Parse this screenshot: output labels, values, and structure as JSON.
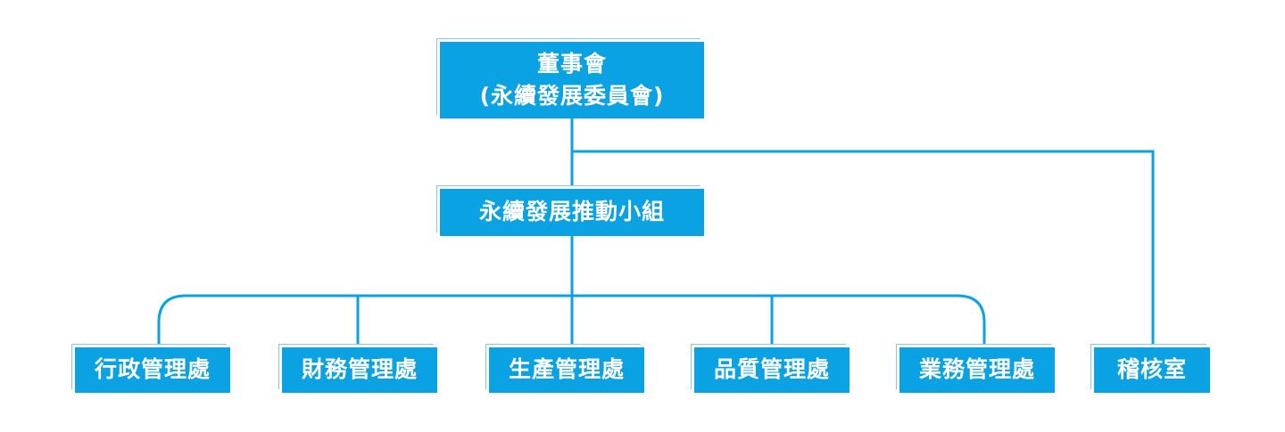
{
  "board": {
    "line1": "董事會",
    "line2": "(永續發展委員會)"
  },
  "task_force": {
    "label": "永續發展推動小組"
  },
  "departments": [
    {
      "label": "行政管理處"
    },
    {
      "label": "財務管理處"
    },
    {
      "label": "生產管理處"
    },
    {
      "label": "品質管理處"
    },
    {
      "label": "業務管理處"
    }
  ],
  "audit": {
    "label": "稽核室"
  },
  "colors": {
    "node_fill": "#0aa2e2",
    "connector": "#0aa2e2",
    "text": "#ffffff"
  }
}
